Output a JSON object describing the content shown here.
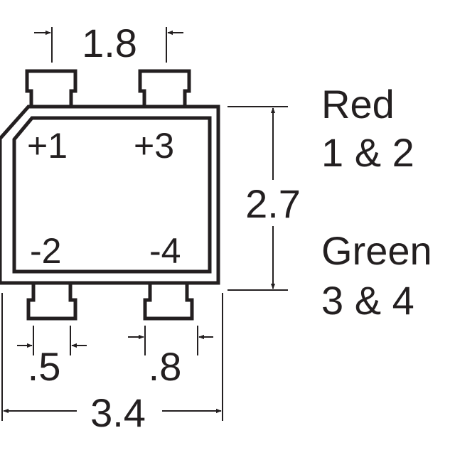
{
  "dimensions": {
    "top_pin_pitch": "1.8",
    "height": "2.7",
    "pin_width": ".5",
    "bottom_pin_offset": ".8",
    "width": "3.4"
  },
  "pins": {
    "p1": "+1",
    "p3": "+3",
    "p2": "-2",
    "p4": "-4"
  },
  "legend": {
    "red_label": "Red",
    "red_pins": "1 & 2",
    "green_label": "Green",
    "green_pins": "3 & 4"
  },
  "colors": {
    "ink": "#231f20"
  }
}
